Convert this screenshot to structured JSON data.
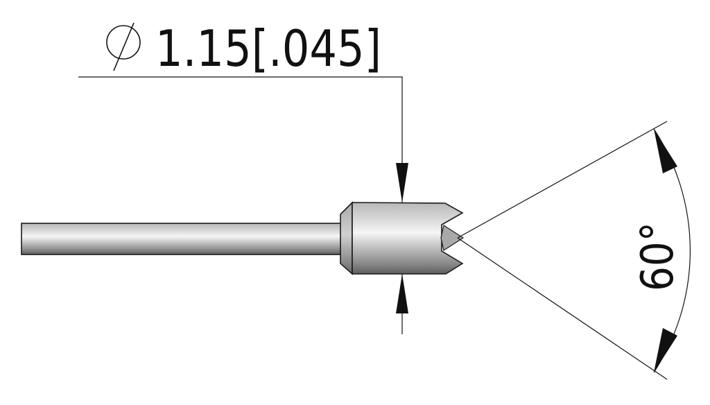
{
  "drawing": {
    "type": "engineering-dimension-drawing",
    "part": "pin with serrated crown tip",
    "diameter_dimension": {
      "symbol": "⌀",
      "metric_value": "1.15",
      "imperial_value": "[.045]",
      "label": "1.15[.045]"
    },
    "angle_dimension": {
      "value": "60°"
    },
    "colors": {
      "background": "#ffffff",
      "lines": "#111111",
      "metal_light": "#f4f4f4",
      "metal_mid": "#c4c4c4",
      "metal_dark": "#6e6e6e"
    }
  }
}
